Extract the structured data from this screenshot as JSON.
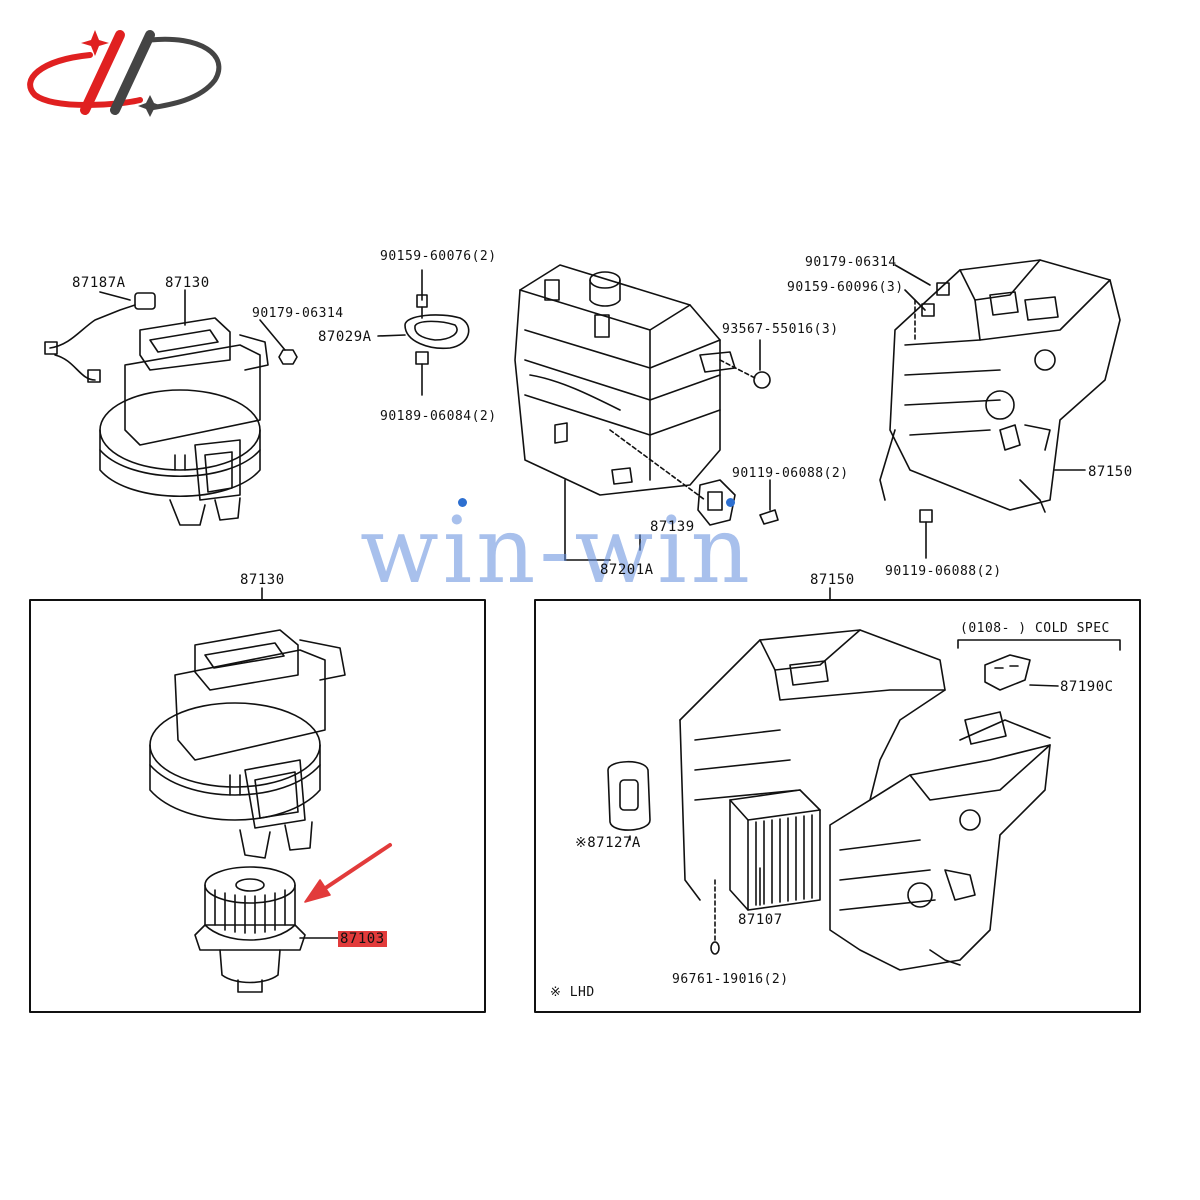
{
  "logo": {
    "icon": "win-win-logo-icon",
    "color": "#e02020"
  },
  "watermark": {
    "text": "win-win",
    "color": "#608cdc"
  },
  "highlight_color": "#e23b3b",
  "parts": {
    "p87187A": "87187A",
    "p87130_top": "87130",
    "p90179_06314_left": "90179-06314",
    "p90159_60076": "90159-60076(2)",
    "p87029A": "87029A",
    "p90189_06084": "90189-06084(2)",
    "p93567_55016": "93567-55016(3)",
    "p90119_06088_mid": "90119-06088(2)",
    "p87139": "87139",
    "p87201": "87201A",
    "p90179_06314_right": "90179-06314",
    "p90159_60096": "90159-60096(3)",
    "p87150_top": "87150",
    "p90119_06088_right": "90119-06088(2)",
    "p87130_box": "87130",
    "p87150_box": "87150",
    "p87103": "87103",
    "cold_spec": "(0108-      ) COLD SPEC",
    "p87190C": "87190C",
    "p87127A": "※87127A",
    "p87107": "87107",
    "p96761_19016": "96761-19016(2)",
    "lhd_note": "※ LHD"
  }
}
